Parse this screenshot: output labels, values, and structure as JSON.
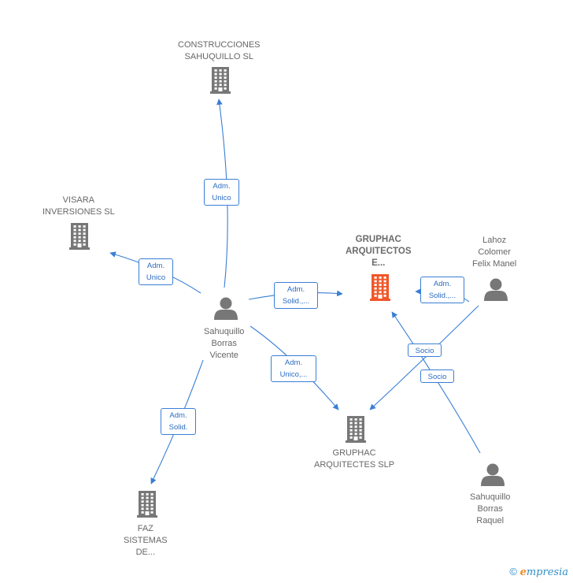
{
  "nodes": {
    "construcciones": {
      "lines": [
        "CONSTRUCCIONES",
        "SAHUQUILLO SL"
      ],
      "type": "company",
      "color": "#777777"
    },
    "visara": {
      "lines": [
        "VISARA",
        "INVERSIONES SL"
      ],
      "type": "company",
      "color": "#777777"
    },
    "gruphac_e": {
      "lines": [
        "GRUPHAC",
        "ARQUITECTOS",
        "E..."
      ],
      "type": "company",
      "color": "#f0572a"
    },
    "lahoz": {
      "lines": [
        "Lahoz",
        "Colomer",
        "Felix Manel"
      ],
      "type": "person",
      "color": "#777777"
    },
    "sahuquillo_vicente": {
      "lines": [
        "Sahuquillo",
        "Borras",
        "Vicente"
      ],
      "type": "person",
      "color": "#777777"
    },
    "gruphac_slp": {
      "lines": [
        "GRUPHAC",
        "ARQUITECTES SLP"
      ],
      "type": "company",
      "color": "#777777"
    },
    "sahuquillo_raquel": {
      "lines": [
        "Sahuquillo",
        "Borras",
        "Raquel"
      ],
      "type": "person",
      "color": "#777777"
    },
    "faz": {
      "lines": [
        "FAZ",
        "SISTEMAS",
        "DE..."
      ],
      "type": "company",
      "color": "#777777"
    }
  },
  "edges": [
    {
      "id": "e1",
      "from": "sahuquillo_vicente",
      "to": "construcciones",
      "lines": [
        "Adm.",
        "Unico"
      ]
    },
    {
      "id": "e2",
      "from": "sahuquillo_vicente",
      "to": "visara",
      "lines": [
        "Adm.",
        "Unico"
      ]
    },
    {
      "id": "e3",
      "from": "sahuquillo_vicente",
      "to": "gruphac_e",
      "lines": [
        "Adm.",
        "Solid.,..."
      ]
    },
    {
      "id": "e4",
      "from": "lahoz",
      "to": "gruphac_e",
      "lines": [
        "Adm.",
        "Solid.,..."
      ]
    },
    {
      "id": "e5",
      "from": "sahuquillo_vicente",
      "to": "gruphac_slp",
      "lines": [
        "Adm.",
        "Unico,..."
      ]
    },
    {
      "id": "e6",
      "from": "lahoz",
      "to": "gruphac_slp",
      "lines": [
        "Socio"
      ]
    },
    {
      "id": "e7",
      "from": "sahuquillo_raquel",
      "to": "gruphac_e",
      "lines": [
        "Socio"
      ]
    },
    {
      "id": "e8",
      "from": "sahuquillo_vicente",
      "to": "faz",
      "lines": [
        "Adm.",
        "Solid."
      ]
    }
  ],
  "colors": {
    "edge": "#3a7fd5",
    "node": "#777777",
    "highlight": "#f0572a"
  },
  "footer": {
    "copyright": "©",
    "brand_initial": "e",
    "brand_rest": "mpresia"
  }
}
